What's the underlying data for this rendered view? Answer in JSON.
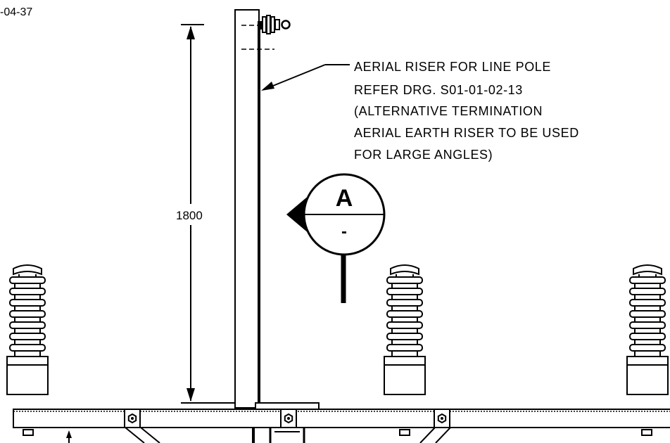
{
  "drawing": {
    "sheet_reference": "-04-37",
    "dimension_label": "1800",
    "callout": {
      "lines": [
        "AERIAL RISER FOR LINE POLE",
        "REFER DRG. S01-01-02-13",
        "(ALTERNATIVE TERMINATION",
        "AERIAL EARTH RISER TO BE USED",
        "FOR LARGE ANGLES)"
      ]
    },
    "section_marker": {
      "letter": "A",
      "sheet": "-"
    }
  },
  "colors": {
    "line": "#000000",
    "background": "#ffffff"
  },
  "icons": [
    "insulator-icon",
    "bolt-icon",
    "section-view-marker-icon",
    "arrowhead-icon"
  ]
}
